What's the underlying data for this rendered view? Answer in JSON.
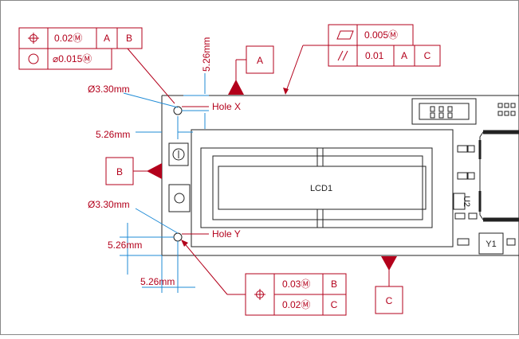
{
  "fcf_top_left": {
    "row1": {
      "symbol": "position-icon",
      "tol": "0.02Ⓜ",
      "ref1": "A",
      "ref2": "B"
    },
    "row2": {
      "symbol": "circularity-icon",
      "tol": "⌀0.015Ⓜ"
    }
  },
  "fcf_top_right": {
    "row1": {
      "symbol": "flatness-icon",
      "tol": "0.005Ⓜ"
    },
    "row2": {
      "symbol": "parallelism-icon",
      "tol": "0.01",
      "ref1": "A",
      "ref2": "C"
    }
  },
  "fcf_bottom": {
    "row1": {
      "symbol": "position-icon",
      "tol": "0.03Ⓜ",
      "ref": "B"
    },
    "row2": {
      "tol": "0.02Ⓜ",
      "ref": "C"
    }
  },
  "datums": {
    "a": "A",
    "b": "B",
    "c": "C"
  },
  "dimensions": {
    "hole_x_dia": "Ø3.30mm",
    "hole_y_dia": "Ø3.30mm",
    "top_vertical": "5.26mm",
    "left_horizontal": "5.26mm",
    "lower_vertical": "5.26mm",
    "lower_horizontal": "5.26mm"
  },
  "labels": {
    "hole_x": "Hole X",
    "hole_y": "Hole Y",
    "lcd": "LCD1",
    "u2": "U2",
    "y1": "Y1"
  }
}
